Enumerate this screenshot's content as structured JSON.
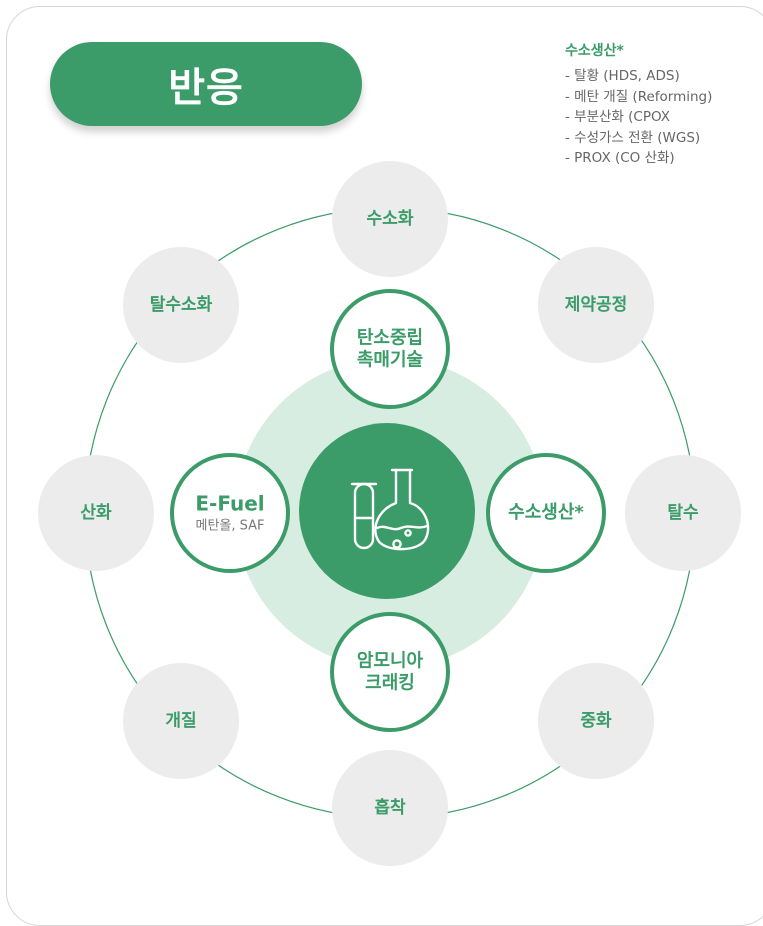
{
  "title": "반응",
  "legend": {
    "title": "수소생산*",
    "items": [
      "- 탈황 (HDS, ADS)",
      "- 메탄 개질 (Reforming)",
      "- 부분산화 (CPOX",
      "- 수성가스 전환 (WGS)",
      "- PROX (CO 산화)"
    ]
  },
  "outer_nodes": {
    "top": "수소화",
    "top_right": "제약공정",
    "right": "탈수",
    "bottom_right": "중화",
    "bottom": "흡착",
    "bottom_left": "개질",
    "left": "산화",
    "top_left": "탈수소화"
  },
  "inner_nodes": {
    "top": {
      "line1": "탄소중립",
      "line2": "촉매기술"
    },
    "right": "수소생산*",
    "bottom": {
      "line1": "암모니아",
      "line2": "크래킹"
    },
    "left": {
      "title": "E-Fuel",
      "subtitle": "메탄올, SAF"
    }
  },
  "center_icon": "flask-test-tube-icon",
  "colors": {
    "primary_green": "#3b9c69",
    "light_green_halo": "#d8ede1",
    "outer_node_fill": "#ececec",
    "ring_line": "#3b9c69",
    "legend_text": "#666666"
  }
}
